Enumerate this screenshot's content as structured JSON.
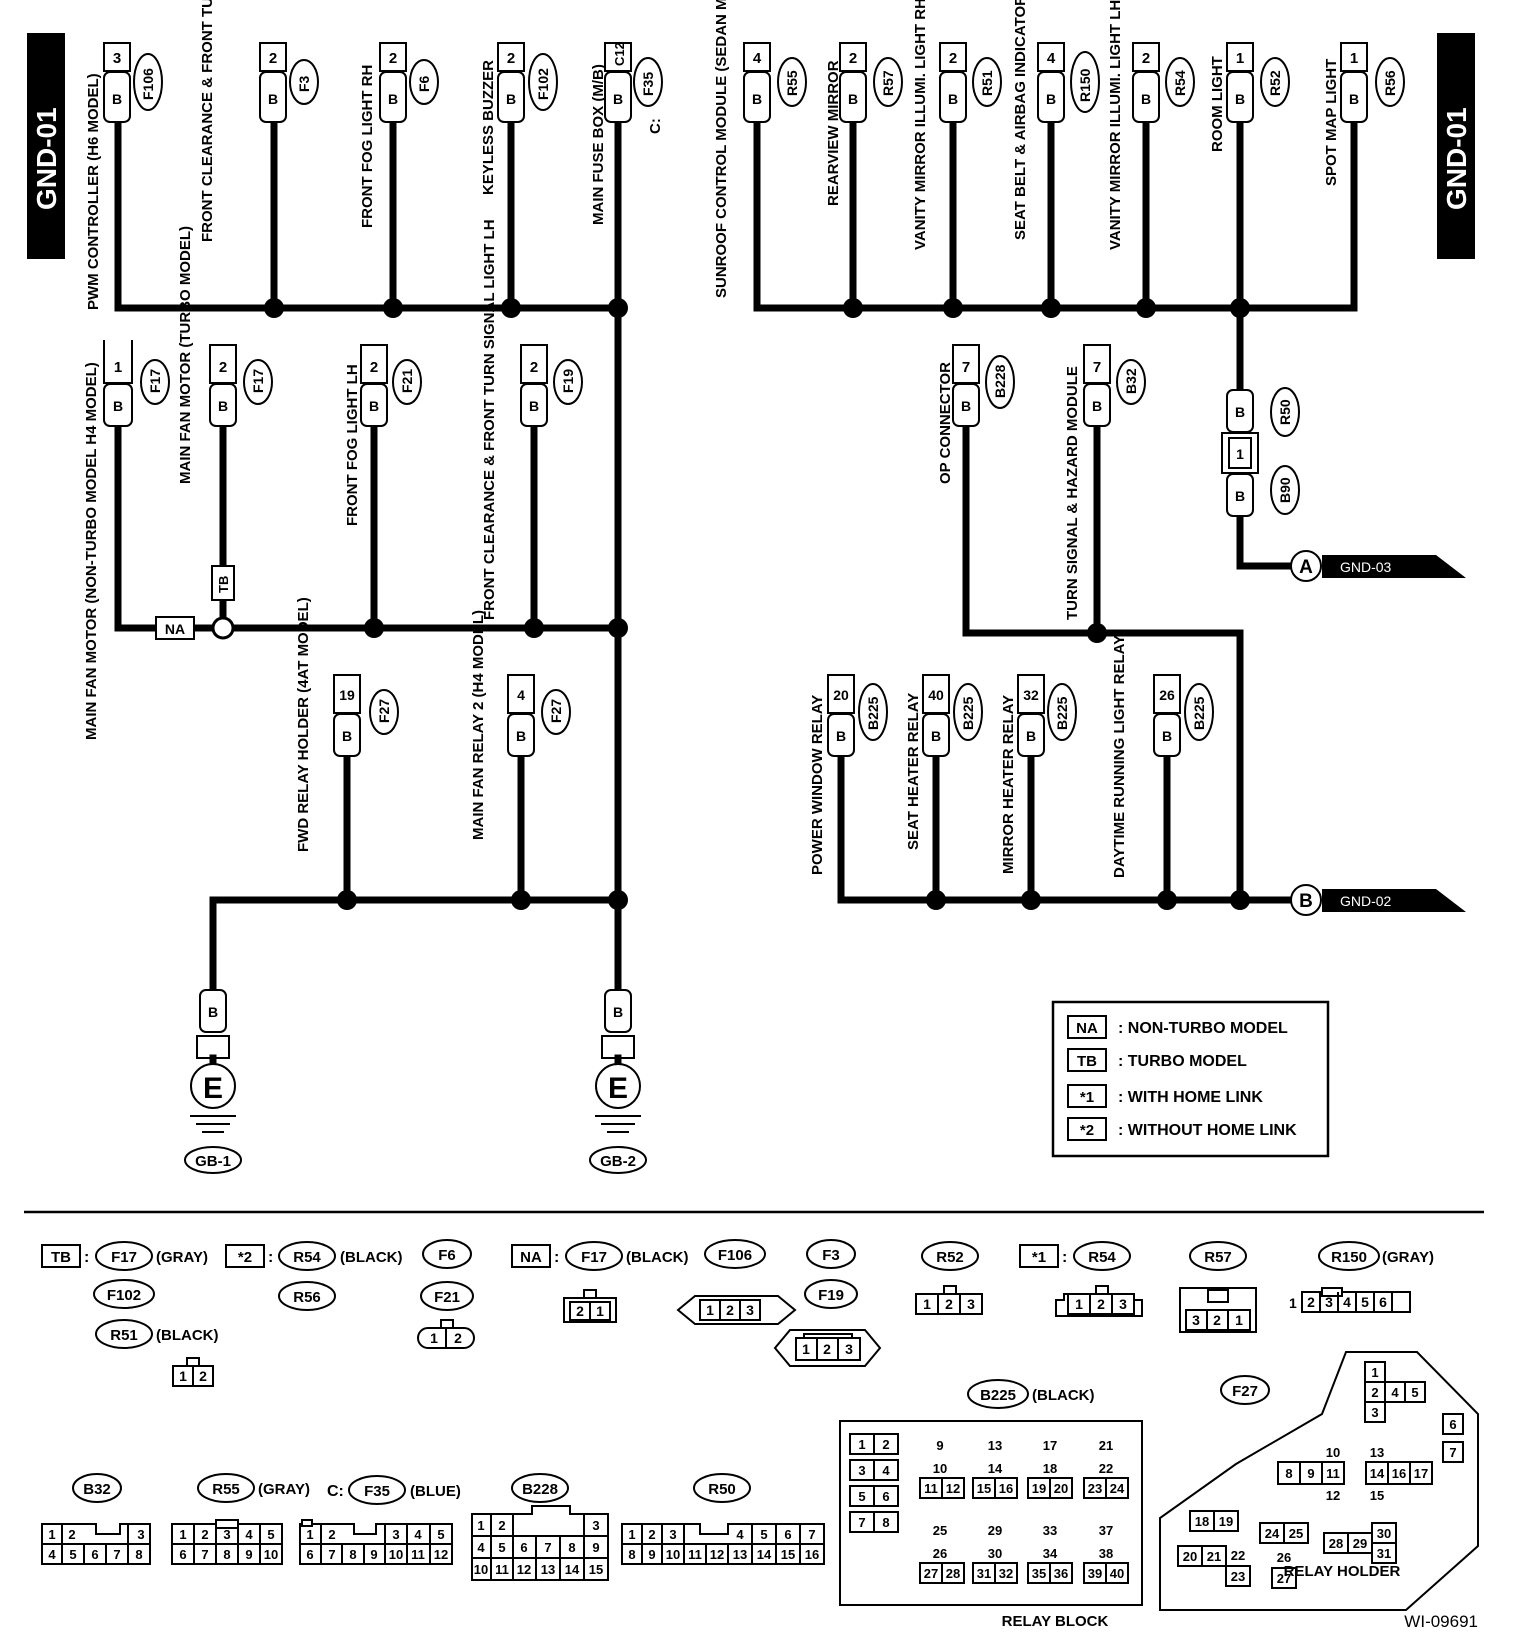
{
  "titles": {
    "left": "GND-01",
    "right": "GND-01"
  },
  "top_left_bus": [
    {
      "label": "PWM CONTROLLER (H6 MODEL)",
      "pin": "3",
      "conn": "F106"
    },
    {
      "label": "FRONT CLEARANCE & FRONT TURN SIGNAL LIGHT RH",
      "pin": "2",
      "conn": "F3"
    },
    {
      "label": "FRONT FOG LIGHT RH",
      "pin": "2",
      "conn": "F6"
    },
    {
      "label": "KEYLESS BUZZER",
      "pin": "2",
      "conn": "F102"
    },
    {
      "label": "MAIN FUSE BOX (M/B)",
      "pin": "C12",
      "conn": "F35",
      "note": "C:"
    }
  ],
  "middle_left_bus": [
    {
      "label": "MAIN FAN MOTOR (NON-TURBO MODEL H4 MODEL)",
      "pin": "1",
      "conn": "F17",
      "tag": "NA"
    },
    {
      "label": "MAIN FAN MOTOR (TURBO MODEL)",
      "pin": "2",
      "conn": "F17",
      "tag": "TB"
    },
    {
      "label": "FRONT FOG LIGHT LH",
      "pin": "2",
      "conn": "F21"
    },
    {
      "label": "FRONT CLEARANCE & FRONT TURN SIGNAL LIGHT LH",
      "pin": "2",
      "conn": "F19"
    }
  ],
  "bottom_left_bus": [
    {
      "label": "FWD RELAY HOLDER (4AT MODEL)",
      "pin": "19",
      "conn": "F27"
    },
    {
      "label": "MAIN FAN RELAY 2 (H4 MODEL)",
      "pin": "4",
      "conn": "F27"
    }
  ],
  "grounds": [
    {
      "label": "E",
      "id": "GB-1"
    },
    {
      "label": "E",
      "id": "GB-2"
    }
  ],
  "top_right_bus": [
    {
      "label": "SUNROOF CONTROL MODULE (SEDAN MODEL)",
      "pin": "4",
      "conn": "R55"
    },
    {
      "label": "REARVIEW MIRROR",
      "pin": "2",
      "conn": "R57"
    },
    {
      "label": "VANITY MIRROR ILLUMI. LIGHT RH",
      "pin": "2",
      "conn": "R51"
    },
    {
      "label": "SEAT BELT & AIRBAG INDICATOR LIGHT",
      "pin": "4",
      "conn": "R150"
    },
    {
      "label": "VANITY MIRROR ILLUMI. LIGHT LH",
      "pin": "2",
      "conn": "R54"
    },
    {
      "label": "ROOM LIGHT",
      "pin": "1",
      "conn": "R52"
    },
    {
      "label": "SPOT MAP LIGHT",
      "pin": "1",
      "conn": "R56"
    }
  ],
  "joint": {
    "upper": "R50",
    "lower": "B90",
    "pin": "1"
  },
  "middle_right": [
    {
      "label": "OP CONNECTOR",
      "pin": "7",
      "conn": "B228"
    },
    {
      "label": "TURN SIGNAL & HAZARD MODULE",
      "pin": "7",
      "conn": "B32"
    }
  ],
  "bottom_right_bus": [
    {
      "label": "POWER WINDOW RELAY",
      "pin": "20",
      "conn": "B225"
    },
    {
      "label": "SEAT HEATER RELAY",
      "pin": "40",
      "conn": "B225"
    },
    {
      "label": "MIRROR HEATER RELAY",
      "pin": "32",
      "conn": "B225"
    },
    {
      "label": "DAYTIME RUNNING LIGHT RELAY",
      "pin": "26",
      "conn": "B225"
    }
  ],
  "wire_color": "B",
  "arrows": [
    {
      "letter": "A",
      "target": "GND-03"
    },
    {
      "letter": "B",
      "target": "GND-02"
    }
  ],
  "legend": [
    {
      "key": "NA",
      "text": ": NON-TURBO MODEL"
    },
    {
      "key": "TB",
      "text": ": TURBO MODEL"
    },
    {
      "key": "*1",
      "text": ": WITH HOME LINK"
    },
    {
      "key": "*2",
      "text": ": WITHOUT HOME LINK"
    }
  ],
  "connector_views": {
    "g1": {
      "tag": "TB",
      "items": [
        "F17",
        "F102",
        "R51"
      ],
      "notes": [
        "(GRAY)",
        "(BLACK)"
      ]
    },
    "g2": {
      "tag": "*2",
      "items": [
        "R54",
        "R56"
      ],
      "notes": [
        "(BLACK)"
      ]
    },
    "g3": {
      "items": [
        "F6",
        "F21"
      ]
    },
    "g4": {
      "tag": "NA",
      "items": [
        "F17",
        "F106"
      ],
      "notes": [
        "(BLACK)"
      ]
    },
    "g5": {
      "items": [
        "F3",
        "F19"
      ]
    },
    "g6": {
      "items": [
        "R52"
      ]
    },
    "g7": {
      "tag": "*1",
      "items": [
        "R54"
      ]
    },
    "g8": {
      "items": [
        "R57"
      ]
    },
    "g9": {
      "items": [
        "R150"
      ],
      "notes": [
        "(GRAY)"
      ]
    },
    "g10": {
      "items": [
        "B225"
      ],
      "notes": [
        "(BLACK)"
      ],
      "caption": "RELAY BLOCK"
    },
    "g11": {
      "items": [
        "F27"
      ],
      "caption": "RELAY HOLDER"
    },
    "g12": {
      "items": [
        "B32",
        "R55",
        "F35",
        "B228",
        "R50"
      ],
      "notes": [
        "(GRAY)",
        "C:",
        "(BLUE)"
      ]
    }
  },
  "figure_id": "WI-09691"
}
